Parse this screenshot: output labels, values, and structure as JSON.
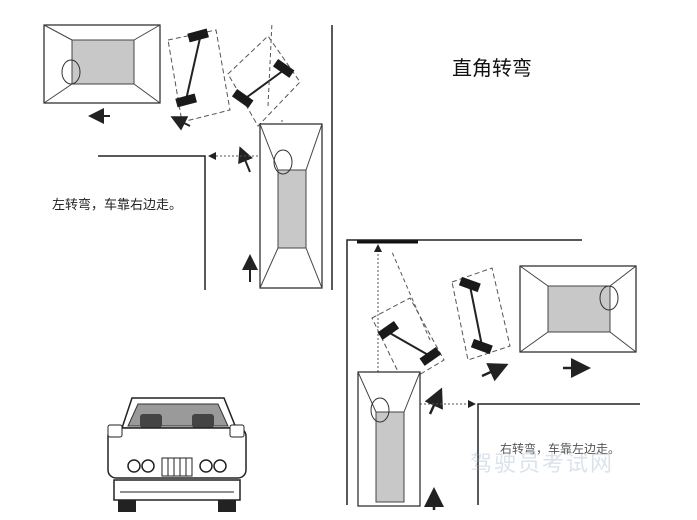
{
  "diagram": {
    "title": "直角转弯",
    "left_caption": "左转弯，车靠右边走。",
    "right_caption": "右转弯，车靠左边走。",
    "watermark": "驾驶员考试网"
  },
  "colors": {
    "line": "#222222",
    "car_fill": "#c8c8c8",
    "dashed": "#555555",
    "axle": "#1a1a1a"
  }
}
